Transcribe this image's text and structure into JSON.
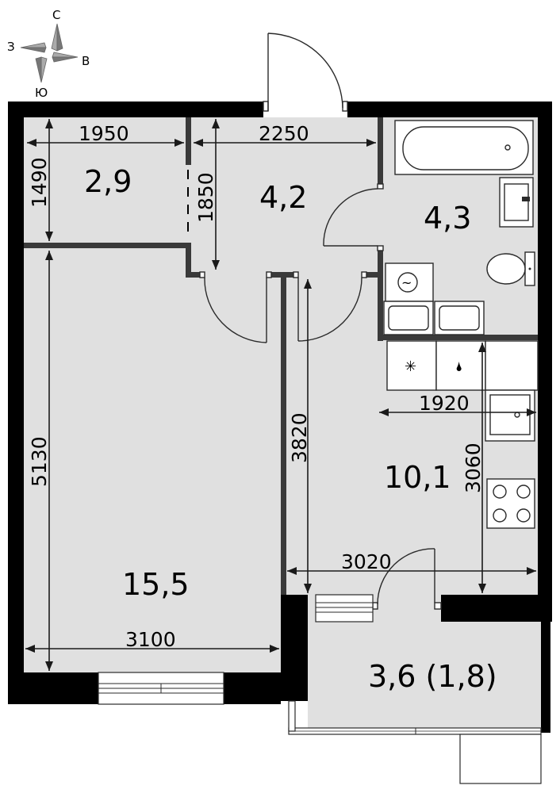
{
  "compass": {
    "north": "С",
    "east": "В",
    "south": "Ю",
    "west": "З"
  },
  "rooms": {
    "hall_storage": "2,9",
    "corridor": "4,2",
    "bathroom": "4,3",
    "kitchen": "10,1",
    "living_room": "15,5",
    "balcony": "3,6 (1,8)"
  },
  "dimensions": {
    "storage_width": "1950",
    "corridor_width": "2250",
    "storage_depth": "1490",
    "corridor_depth": "1850",
    "living_depth": "5130",
    "kitchen_depth_left": "3820",
    "kitchen_depth_right": "3060",
    "kitchen_width_upper": "1920",
    "kitchen_width_lower": "3020",
    "living_width": "3100"
  },
  "appliance_symbols": {
    "washer": "~",
    "fridge_freezer": "✳",
    "fridge_water": "🌢"
  },
  "colors": {
    "wall": "#000000",
    "floor": "#e0e0e0",
    "fixture": "#ffffff"
  }
}
